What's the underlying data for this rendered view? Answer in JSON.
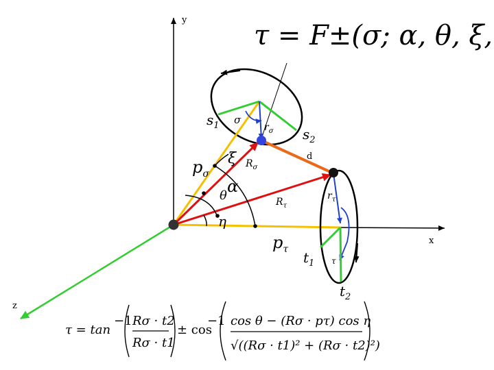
{
  "axes": {
    "x_label": "x",
    "y_label": "y",
    "z_label": "z"
  },
  "top_equation": "τ = F±(σ; α, θ, ξ, η)",
  "labels": {
    "s1": "s",
    "s1_sub": "1",
    "s2": "s",
    "s2_sub": "2",
    "t1": "t",
    "t1_sub": "1",
    "t2": "t",
    "t2_sub": "2",
    "r_sigma": "r",
    "r_sigma_sub": "σ",
    "r_tau": "r",
    "r_tau_sub": "τ",
    "R_sigma": "R",
    "R_sigma_sub": "σ",
    "R_tau": "R",
    "R_tau_sub": "τ",
    "p_sigma": "p",
    "p_sigma_sub": "σ",
    "p_tau": "p",
    "p_tau_sub": "τ",
    "sigma": "σ",
    "tau": "τ",
    "xi": "ξ",
    "alpha": "α",
    "theta": "θ",
    "eta": "η",
    "d": "d"
  },
  "bottom_equation": {
    "lhs": "τ = tan",
    "inv": "−1",
    "frac1_num": "Rσ · t2",
    "frac1_den": "Rσ · t1",
    "pm": "± cos",
    "frac2_num": "cos θ − (Rσ · pτ) cos η",
    "frac2_den": "√((Rσ · t1)² + (Rσ · t2)²)"
  },
  "colors": {
    "axis": "#000000",
    "z_axis": "#33cc33",
    "yellow": "#f5c000",
    "red": "#dd1111",
    "orange": "#e86a1a",
    "green": "#33cc33",
    "blue": "#1f3fcc",
    "point_blue": "#3344dd"
  }
}
